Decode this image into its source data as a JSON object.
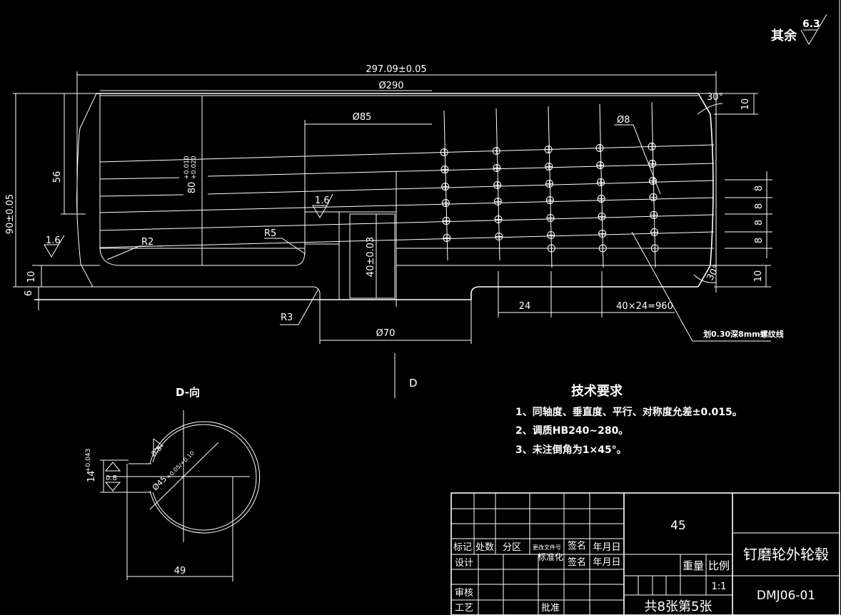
{
  "drawing": {
    "roughness_other_label": "其余",
    "roughness_other_value": "6.3",
    "dims": {
      "overall_length": "297.09±0.05",
      "dia_290": "Ø290",
      "dia_85": "Ø85",
      "dia_70": "Ø70",
      "dia_8": "Ø8",
      "height_90": "90±0.05",
      "height_56": "56",
      "height_80": "80",
      "height_80_tol_upper": "+0.010",
      "height_80_tol_lower": "+0.020",
      "hub_40": "40±0.03",
      "left_10": "10",
      "left_6": "6",
      "right_top_10": "10",
      "right_bottom_10": "10",
      "pitch_8": [
        "8",
        "8",
        "8",
        "8"
      ],
      "pitch_24": "24",
      "total_960": "40×24=960",
      "angle_top": "30°",
      "angle_bottom": "30°",
      "r2": "R2",
      "r5": "R5",
      "r3": "R3"
    },
    "roughness_left": "1.6",
    "roughness_hub": "1.6",
    "groove_note": "划0.30深8mm螺纹线",
    "view_arrow_label": "D"
  },
  "d_view": {
    "title": "D-向",
    "dia_45": "Ø45",
    "dia_45_tol": "+0.05/+0.10",
    "keyway_14": "14",
    "keyway_14_tol": "+0.043",
    "roughness_keyway": "0.8",
    "roughness_bore": "0.8",
    "width_49": "49"
  },
  "tech_requirements": {
    "title": "技术要求",
    "items": [
      "1、同轴度、垂直度、平行、对称度允差±0.015。",
      "2、调质HB240~280。",
      "3、未注倒角为1×45°。"
    ]
  },
  "title_block": {
    "material": "45",
    "part_name": "钉磨轮外轮毂",
    "drawing_no": "DMJ06-01",
    "sheet_info": "共8张第5张",
    "scale_label": "比例",
    "scale_value": "1:1",
    "weight_label": "重量",
    "row_headers": [
      "标记",
      "处数",
      "分区",
      "更改文件号",
      "签名",
      "年月日"
    ],
    "design": "设计",
    "standardize": "标准化",
    "sign": "签名",
    "date": "年月日",
    "review": "审核",
    "process": "工艺",
    "approve": "批准"
  }
}
